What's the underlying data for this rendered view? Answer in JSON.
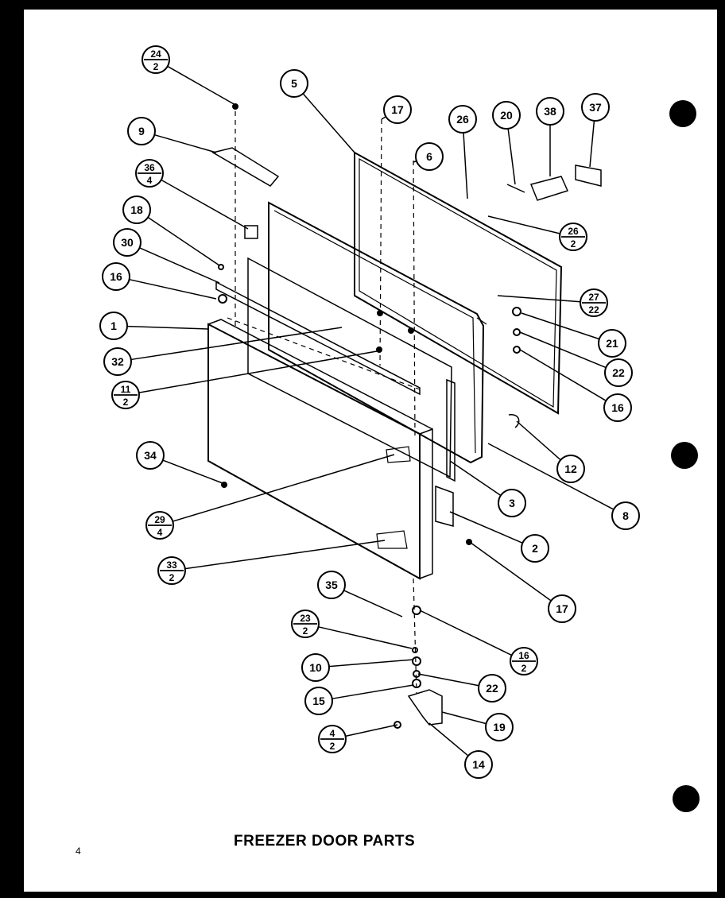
{
  "title": "FREEZER DOOR PARTS",
  "page_number": "4",
  "callouts": [
    {
      "num": "24",
      "qty": "2"
    },
    {
      "num": "9"
    },
    {
      "num": "36",
      "qty": "4"
    },
    {
      "num": "18"
    },
    {
      "num": "30"
    },
    {
      "num": "16"
    },
    {
      "num": "1"
    },
    {
      "num": "32"
    },
    {
      "num": "11",
      "qty": "2"
    },
    {
      "num": "34"
    },
    {
      "num": "29",
      "qty": "4"
    },
    {
      "num": "33",
      "qty": "2"
    },
    {
      "num": "5"
    },
    {
      "num": "17"
    },
    {
      "num": "6"
    },
    {
      "num": "26"
    },
    {
      "num": "20"
    },
    {
      "num": "38"
    },
    {
      "num": "37"
    },
    {
      "num": "26",
      "qty": "2"
    },
    {
      "num": "27",
      "qty": "22"
    },
    {
      "num": "21"
    },
    {
      "num": "22"
    },
    {
      "num": "16"
    },
    {
      "num": "12"
    },
    {
      "num": "8"
    },
    {
      "num": "3"
    },
    {
      "num": "2"
    },
    {
      "num": "17"
    },
    {
      "num": "35"
    },
    {
      "num": "23",
      "qty": "2"
    },
    {
      "num": "10"
    },
    {
      "num": "15"
    },
    {
      "num": "4",
      "qty": "2"
    },
    {
      "num": "16",
      "qty": "2"
    },
    {
      "num": "22"
    },
    {
      "num": "19"
    },
    {
      "num": "14"
    }
  ]
}
